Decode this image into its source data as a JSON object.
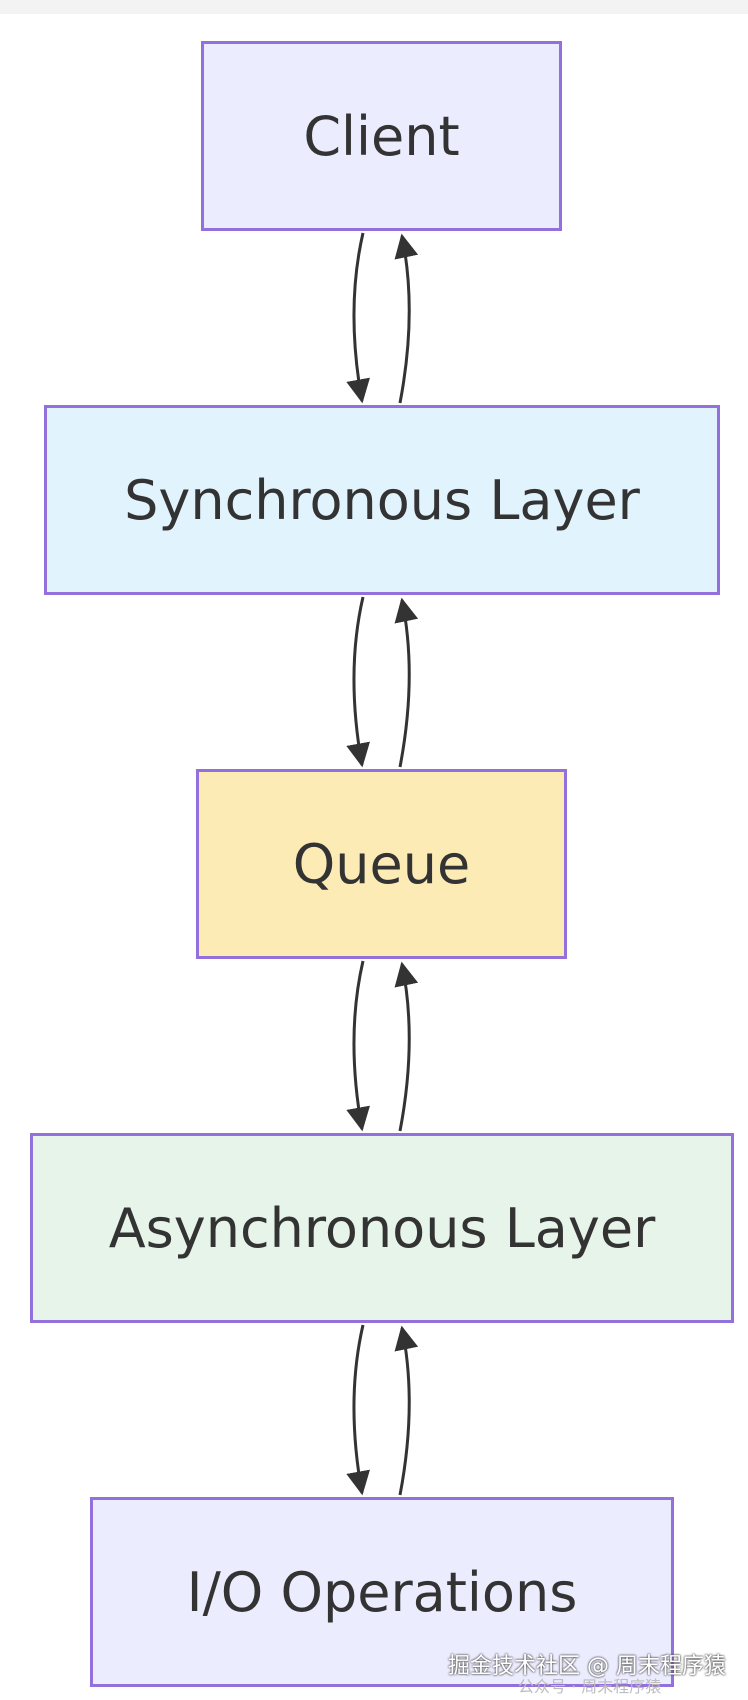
{
  "nodes": {
    "client": "Client",
    "sync_layer": "Synchronous Layer",
    "queue": "Queue",
    "async_layer": "Asynchronous Layer",
    "io_operations": "I/O Operations"
  },
  "edges": [
    {
      "from": "Client",
      "to": "Synchronous Layer",
      "bidirectional": true
    },
    {
      "from": "Synchronous Layer",
      "to": "Queue",
      "bidirectional": true
    },
    {
      "from": "Queue",
      "to": "Asynchronous Layer",
      "bidirectional": true
    },
    {
      "from": "Asynchronous Layer",
      "to": "I/O Operations",
      "bidirectional": true
    }
  ],
  "colors": {
    "node_border": "#9370DB",
    "client_fill": "#ececff",
    "sync_fill": "#e1f3fd",
    "queue_fill": "#fdebb6",
    "async_fill": "#e6f4e9",
    "io_fill": "#ececff",
    "edge": "#333333",
    "text": "#333333"
  },
  "watermark": {
    "main": "掘金技术社区 @ 周末程序猿",
    "sub": "公众号 · 周末程序猿"
  }
}
